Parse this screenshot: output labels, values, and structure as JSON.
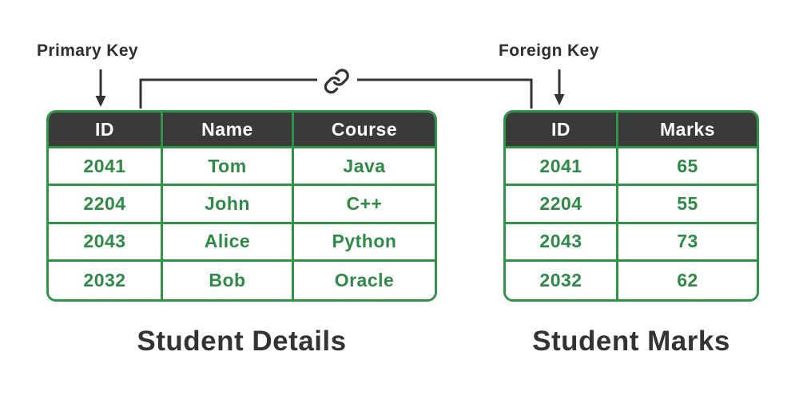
{
  "diagram": {
    "primary_key_label": "Primary Key",
    "foreign_key_label": "Foreign Key"
  },
  "tables": {
    "student_details": {
      "caption": "Student Details",
      "headers": [
        "ID",
        "Name",
        "Course"
      ],
      "rows": [
        [
          "2041",
          "Tom",
          "Java"
        ],
        [
          "2204",
          "John",
          "C++"
        ],
        [
          "2043",
          "Alice",
          "Python"
        ],
        [
          "2032",
          "Bob",
          "Oracle"
        ]
      ]
    },
    "student_marks": {
      "caption": "Student Marks",
      "headers": [
        "ID",
        "Marks"
      ],
      "rows": [
        [
          "2041",
          "65"
        ],
        [
          "2204",
          "55"
        ],
        [
          "2043",
          "73"
        ],
        [
          "2032",
          "62"
        ]
      ]
    }
  },
  "icons": {
    "connector": "link-icon",
    "primary_key_pointer": "arrow-down-icon",
    "foreign_key_pointer": "arrow-down-icon"
  },
  "colors": {
    "green_border": "#2f9447",
    "green_text": "#2e8b45",
    "dark": "#333333",
    "header_bg": "#3a3a3a",
    "background": "#ffffff"
  }
}
